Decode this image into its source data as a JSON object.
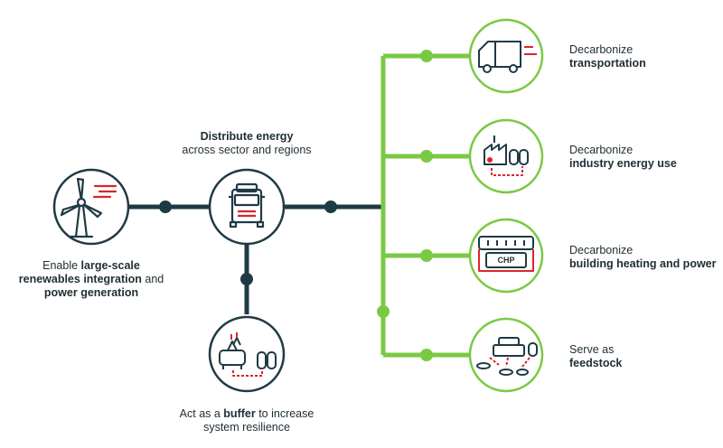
{
  "colors": {
    "dark": "#1f3a45",
    "green": "#7ac943",
    "red": "#d9262c",
    "white": "#ffffff"
  },
  "nodes": {
    "wind": {
      "icon": "wind-turbine-icon",
      "label_pre": "Enable ",
      "label_bold1": "large-scale",
      "label_bold2": "renewables integration",
      "label_mid": " and",
      "label_bold3": "power generation"
    },
    "distribute": {
      "icon": "hydrogen-truck-icon",
      "label_bold": "Distribute energy",
      "label_rest": "across sector and regions"
    },
    "buffer": {
      "icon": "storage-tanks-icon",
      "label_pre": "Act as a ",
      "label_bold": "buffer",
      "label_post": " to increase",
      "label_line2": "system resilience"
    }
  },
  "outputs": [
    {
      "icon": "truck-icon",
      "line1": "Decarbonize",
      "line2": "transportation"
    },
    {
      "icon": "factory-icon",
      "line1": "Decarbonize",
      "line2": "industry energy use"
    },
    {
      "icon": "chp-unit-icon",
      "chp_text": "CHP",
      "line1": "Decarbonize",
      "line2": "building heating and power"
    },
    {
      "icon": "feedstock-icon",
      "line1": "Serve as",
      "line2": "feedstock"
    }
  ]
}
